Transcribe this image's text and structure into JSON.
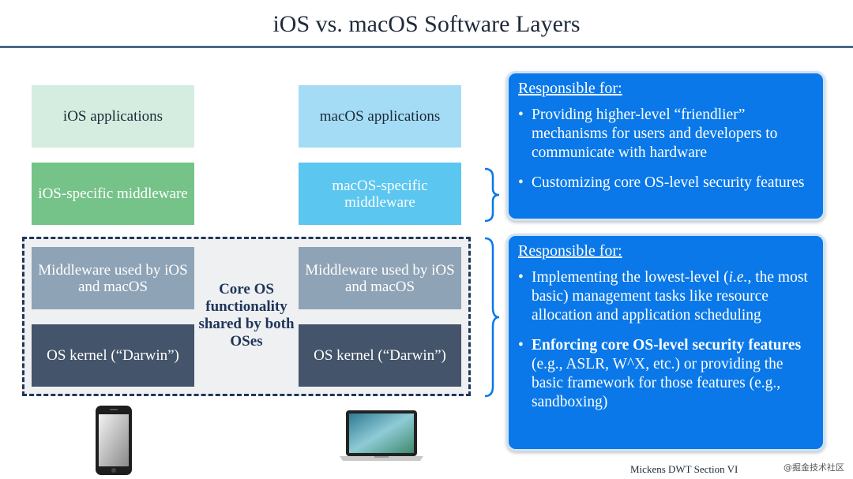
{
  "title": "iOS vs. macOS Software Layers",
  "left_stack": {
    "apps": "iOS applications",
    "middleware": "iOS-specific middleware",
    "shared_middleware": "Middleware used by iOS and macOS",
    "kernel": "OS kernel (“Darwin”)"
  },
  "right_stack": {
    "apps": "macOS applications",
    "middleware": "macOS-specific middleware",
    "shared_middleware": "Middleware used by iOS and macOS",
    "kernel": "OS kernel (“Darwin”)"
  },
  "core_label": "Core OS functionality shared by both OSes",
  "panel_top": {
    "heading": "Responsible for:",
    "items": [
      "Providing higher-level “friendlier” mechanisms for users and developers to communicate with hardware",
      "Customizing core OS-level security features"
    ]
  },
  "panel_bottom": {
    "heading": "Responsible for:",
    "item1_before": "Implementing the lowest-level (",
    "item1_italic": "i.e.",
    "item1_after": ", the most basic) management tasks like resource allocation and application scheduling",
    "item2_bold": "Enforcing core OS-level security features",
    "item2_rest": " (e.g., ASLR, W^X, etc.) or providing the basic framework for those features (e.g., sandboxing)"
  },
  "bullet": "•",
  "footer": "Mickens DWT Section VI",
  "watermark": "@掘金技术社区",
  "colors": {
    "panel": "#0a78e8",
    "ios_app": "#d5ede0",
    "ios_middleware": "#76c389",
    "mac_app": "#a5dcf5",
    "mac_middleware": "#5bc6ef",
    "shared_middleware": "#8fa3b6",
    "kernel": "#44546a",
    "core_border": "#20365a"
  },
  "icons": [
    "iphone-icon",
    "macbook-icon"
  ]
}
